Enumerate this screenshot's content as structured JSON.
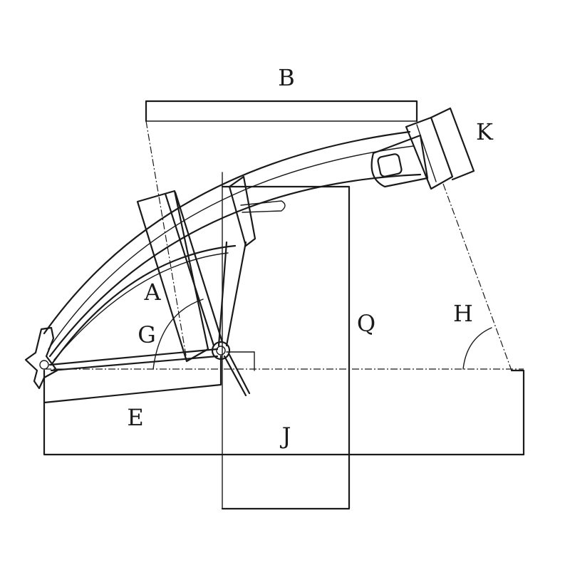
{
  "labels": {
    "a": "A",
    "b": "B",
    "e": "E",
    "g": "G",
    "h": "H",
    "j": "J",
    "k": "K",
    "q": "Q"
  }
}
